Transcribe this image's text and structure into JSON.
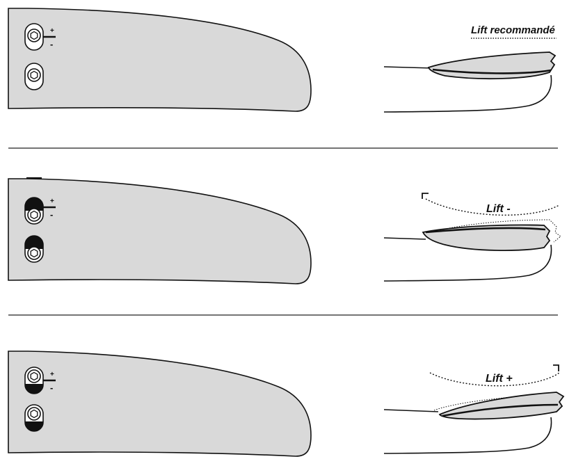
{
  "colors": {
    "wing_fill": "#d9d9d9",
    "stroke": "#111111",
    "divider": "#222222",
    "background": "#ffffff"
  },
  "panels": [
    {
      "id": "recommended",
      "label": "Lift recommandé",
      "shim_state": "centered",
      "plus_sign": "+",
      "minus_sign": "-"
    },
    {
      "id": "lift-minus",
      "label": "Lift -",
      "shim_state": "shim-forward",
      "plus_sign": "+",
      "minus_sign": "-"
    },
    {
      "id": "lift-plus",
      "label": "Lift +",
      "shim_state": "shim-back",
      "plus_sign": "+",
      "minus_sign": "-"
    }
  ]
}
